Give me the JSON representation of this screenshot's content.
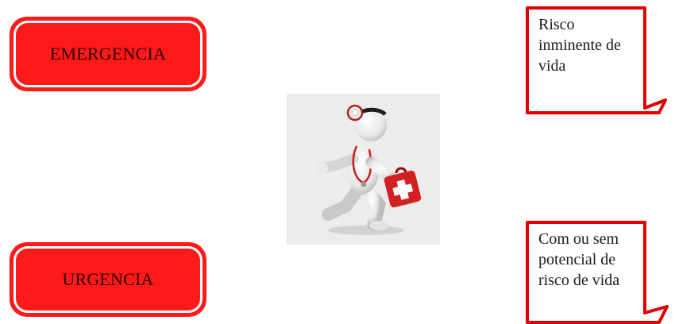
{
  "boxes": {
    "emergencia": "EMERGENCIA",
    "urgencia": "URGENCIA"
  },
  "notes": {
    "risk": "Risco\ninminente de\nvida",
    "potential": "Com ou sem\npotencial de\nrisco de vida"
  },
  "colors": {
    "accent_red": "#ff1a1a",
    "note_border": "#e00000",
    "case_red": "#d42020"
  },
  "illustration": {
    "icon": "running-doctor-icon"
  }
}
